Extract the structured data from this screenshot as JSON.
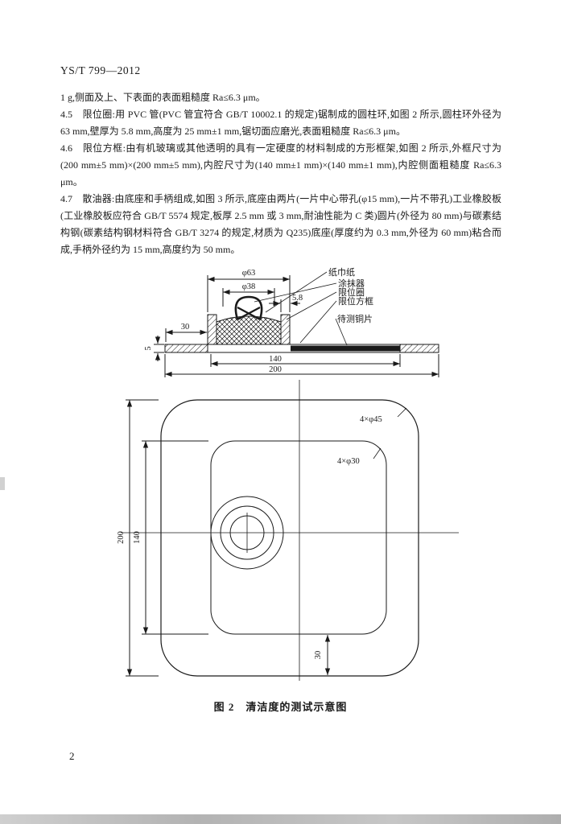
{
  "page": {
    "doc_number": "YS/T 799—2012",
    "page_number": "2",
    "figure_caption": "图 2　清洁度的测试示意图"
  },
  "paragraphs": [
    "1 g,侧面及上、下表面的表面粗糙度 Ra≤6.3 μm。",
    "4.5　限位圈:用 PVC 管(PVC 管宜符合 GB/T 10002.1 的规定)锯制成的圆柱环,如图 2 所示,圆柱环外径为 63 mm,壁厚为 5.8 mm,高度为 25 mm±1 mm,锯切面应磨光,表面粗糙度 Ra≤6.3 μm。",
    "4.6　限位方框:由有机玻璃或其他透明的具有一定硬度的材料制成的方形框架,如图 2 所示,外框尺寸为(200 mm±5 mm)×(200 mm±5 mm),内腔尺寸为(140 mm±1 mm)×(140 mm±1 mm),内腔侧面粗糙度 Ra≤6.3 μm。",
    "4.7　散油器:由底座和手柄组成,如图 3 所示,底座由两片(一片中心带孔(φ15 mm),一片不带孔)工业橡胶板(工业橡胶板应符合 GB/T 5574 规定,板厚 2.5 mm 或 3 mm,耐油性能为 C 类)圆片(外径为 80 mm)与碳素结构钢(碳素结构钢材料符合 GB/T 3274 的规定,材质为 Q235)底座(厚度约为 0.3 mm,外径为 60 mm)粘合而成,手柄外径约为 15 mm,高度约为 50 mm。"
  ],
  "diagram": {
    "labels": {
      "tissue": "纸巾纸",
      "applicator": "涂抹器",
      "limit_ring": "限位圈",
      "limit_frame": "限位方框",
      "copper_sheet": "待测铜片"
    },
    "dims": {
      "d63": "φ63",
      "d38": "φ38",
      "t58": "5.8",
      "w30": "30",
      "h5": "5",
      "w140": "140",
      "w200": "200",
      "plan_200": "200",
      "plan_140": "140",
      "plan_30": "30",
      "corner_outer": "4×φ45",
      "corner_inner": "4×φ30"
    }
  }
}
